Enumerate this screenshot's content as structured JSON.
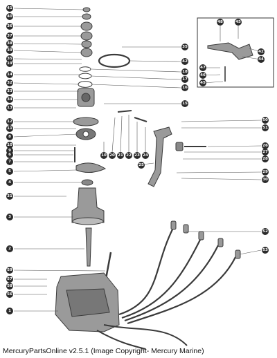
{
  "footer": {
    "caption": "MercuryPartsOnline v2.5.1 (Image Copyright- Mercury Marine)"
  },
  "callouts": {
    "left_column": [
      "41",
      "40",
      "36",
      "37",
      "38",
      "39",
      "35",
      "19",
      "14",
      "32",
      "33",
      "34",
      "13",
      "12",
      "11",
      "8",
      "10",
      "9",
      "6",
      "7",
      "5",
      "4",
      "31",
      "3",
      "2",
      "59",
      "57",
      "58",
      "56",
      "1"
    ],
    "right_column": [
      "35",
      "42",
      "18",
      "17",
      "16",
      "15",
      "50",
      "51",
      "26",
      "27",
      "28",
      "25",
      "29",
      "30",
      "52",
      "53"
    ],
    "inset": [
      "48",
      "45",
      "42",
      "44",
      "47",
      "46",
      "45"
    ],
    "bottom_row": [
      "10",
      "20",
      "21",
      "22",
      "23",
      "24"
    ]
  },
  "colors": {
    "callout_fill": "#2b2b2b",
    "line_art": "#3a3a3a",
    "part_shade": "#9a9a9a",
    "background": "#ffffff"
  }
}
